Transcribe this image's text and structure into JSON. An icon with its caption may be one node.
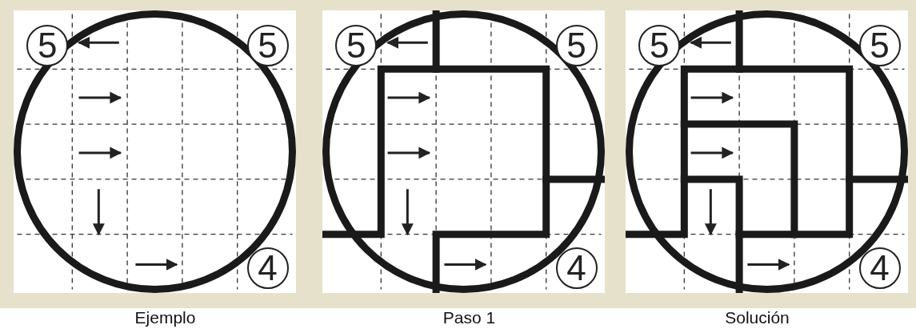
{
  "diagram": {
    "nodes": [
      {
        "text": [],
        "shape": "box",
        "beside": [
          "Ejemplo"
        ]
      },
      {
        "text": [
          "5"
        ],
        "in": 0
      },
      {
        "text": [
          "5"
        ],
        "in": 0
      },
      {
        "text": [
          "4"
        ],
        "in": 0
      },
      {
        "text": [],
        "shape": "box",
        "beside": [
          "Paso 1"
        ]
      },
      {
        "text": [
          "5"
        ],
        "in": 4
      },
      {
        "text": [
          "5"
        ],
        "in": 4
      },
      {
        "text": [
          "4"
        ],
        "in": 4
      },
      {
        "text": [],
        "shape": "box",
        "beside": [
          "Solución"
        ]
      },
      {
        "text": [
          "5"
        ],
        "in": 8
      },
      {
        "text": [
          "5"
        ],
        "in": 8
      },
      {
        "text": [
          "4"
        ],
        "in": 8
      }
    ]
  }
}
